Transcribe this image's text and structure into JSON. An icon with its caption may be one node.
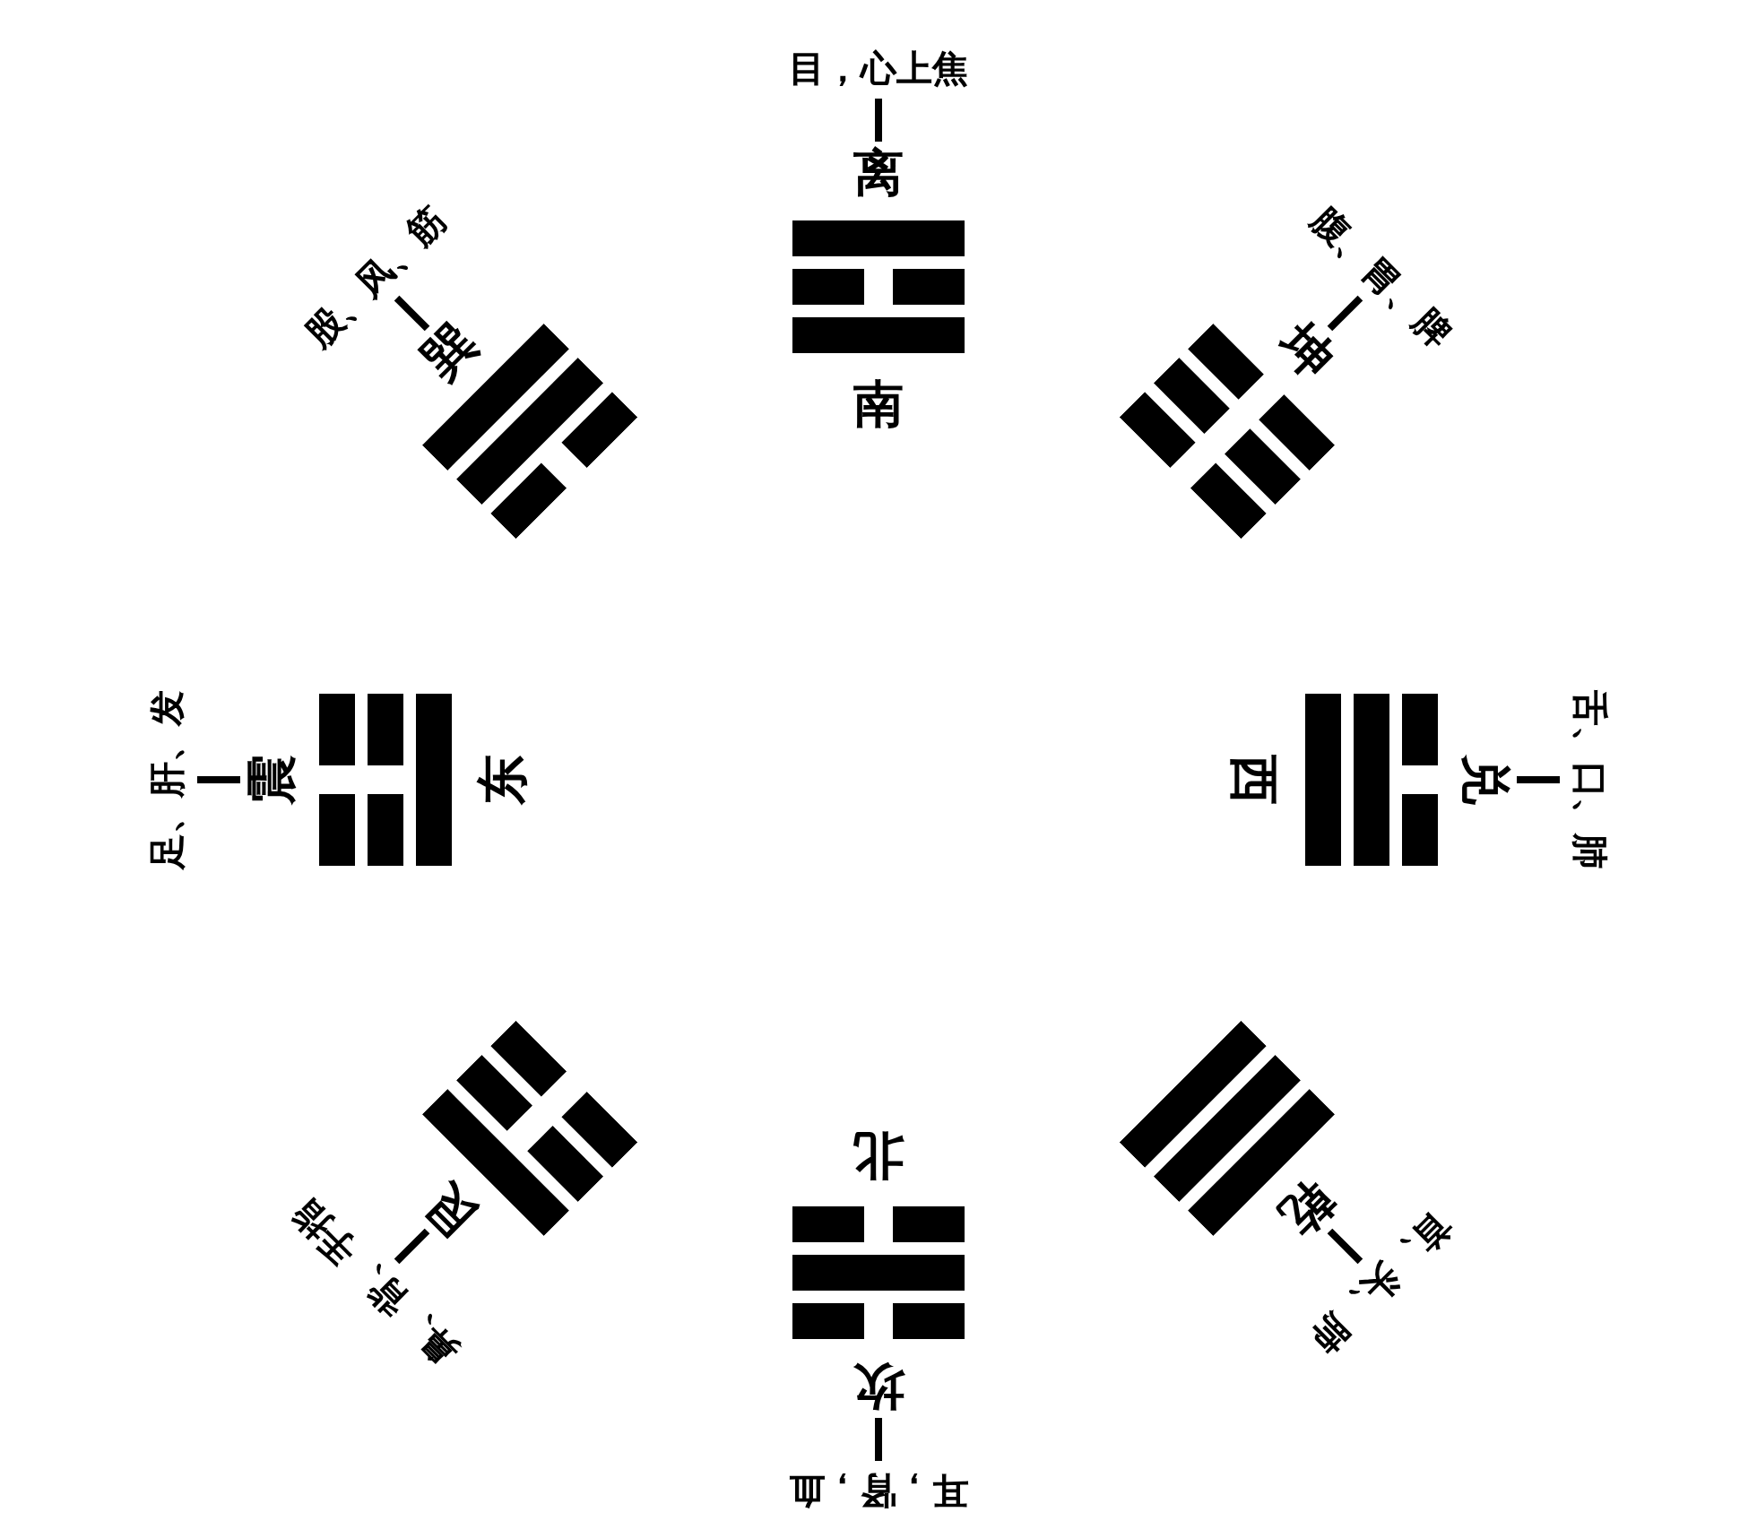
{
  "diagram": {
    "nodes": [
      {
        "text": [
          "目，心上焦"
        ]
      },
      {
        "text": [
          "离"
        ]
      },
      {
        "text": [
          "腹、胃、脾"
        ]
      },
      {
        "text": [
          "坤"
        ]
      },
      {
        "text": [
          "舌、口、肺"
        ]
      },
      {
        "text": [
          "兑"
        ]
      },
      {
        "text": [
          "首、头、肺"
        ]
      },
      {
        "text": [
          "乾"
        ]
      },
      {
        "text": [
          "耳，肾，血"
        ]
      },
      {
        "text": [
          "坎"
        ]
      },
      {
        "text": [
          "鼻、背、手指"
        ]
      },
      {
        "text": [
          "艮"
        ]
      },
      {
        "text": [
          "足、肝、发"
        ]
      },
      {
        "text": [
          "震"
        ]
      },
      {
        "text": [
          "股、风、筋"
        ]
      },
      {
        "text": [
          "巽"
        ]
      }
    ],
    "edges": [
      {
        "from": 1,
        "to": 0,
        "arrow": "none"
      },
      {
        "from": 3,
        "to": 2,
        "arrow": "none"
      },
      {
        "from": 5,
        "to": 4,
        "arrow": "none"
      },
      {
        "from": 7,
        "to": 6,
        "arrow": "none"
      },
      {
        "from": 9,
        "to": 8,
        "arrow": "none"
      },
      {
        "from": 11,
        "to": 10,
        "arrow": "none"
      },
      {
        "from": 13,
        "to": 12,
        "arrow": "none"
      },
      {
        "from": 15,
        "to": 14,
        "arrow": "none"
      }
    ],
    "labels": [
      "南",
      "西",
      "北",
      "东"
    ]
  }
}
